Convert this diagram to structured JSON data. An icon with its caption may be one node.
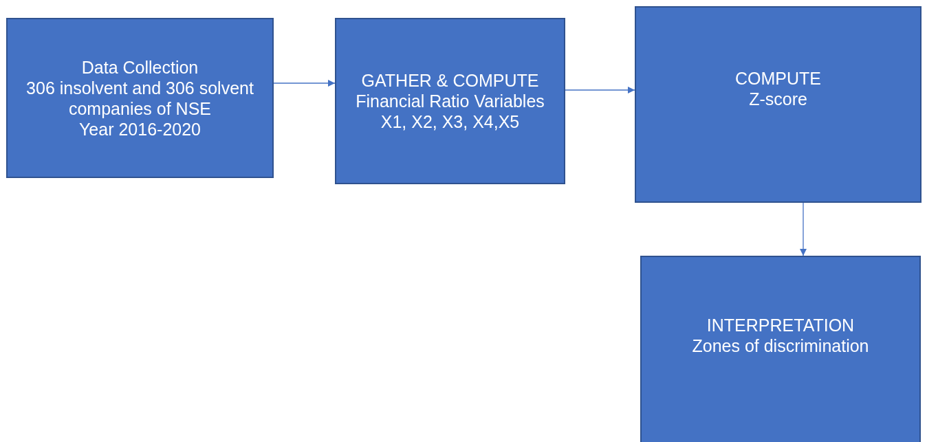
{
  "diagram": {
    "nodes": [
      {
        "text": [
          "Data Collection",
          "306 insolvent and 306 solvent companies of NSE",
          "Year 2016-2020"
        ]
      },
      {
        "text": [
          "GATHER & COMPUTE",
          "Financial Ratio Variables",
          "X1, X2, X3, X4,X5"
        ]
      },
      {
        "text": [
          "COMPUTE",
          "Z-score"
        ]
      },
      {
        "text": [
          "INTERPRETATION",
          "Zones of discrimination"
        ]
      }
    ],
    "edges": [
      {
        "from": 0,
        "to": 1,
        "arrow": "to"
      },
      {
        "from": 1,
        "to": 2,
        "arrow": "to"
      },
      {
        "from": 2,
        "to": 3,
        "arrow": "to"
      }
    ]
  }
}
